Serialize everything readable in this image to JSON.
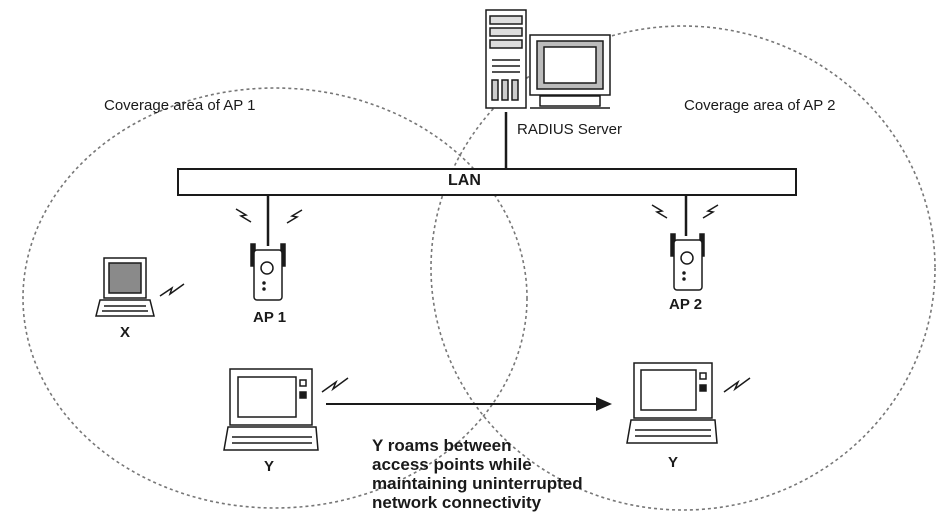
{
  "diagram": {
    "coverage_ap1_label": "Coverage area of AP 1",
    "coverage_ap2_label": "Coverage area of AP 2",
    "radius_server_label": "RADIUS Server",
    "lan_label": "LAN",
    "ap1_label": "AP 1",
    "ap2_label": "AP 2",
    "client_x_label": "X",
    "client_y_left_label": "Y",
    "client_y_right_label": "Y",
    "roaming_note": [
      "Y  roams between",
      "access points while",
      "maintaining uninterrupted",
      "network connectivity"
    ]
  },
  "colors": {
    "ink": "#1a1a1a",
    "coverage_border": "#777777",
    "device_fill": "#ffffff",
    "screen_fill": "#9a9a9a"
  }
}
